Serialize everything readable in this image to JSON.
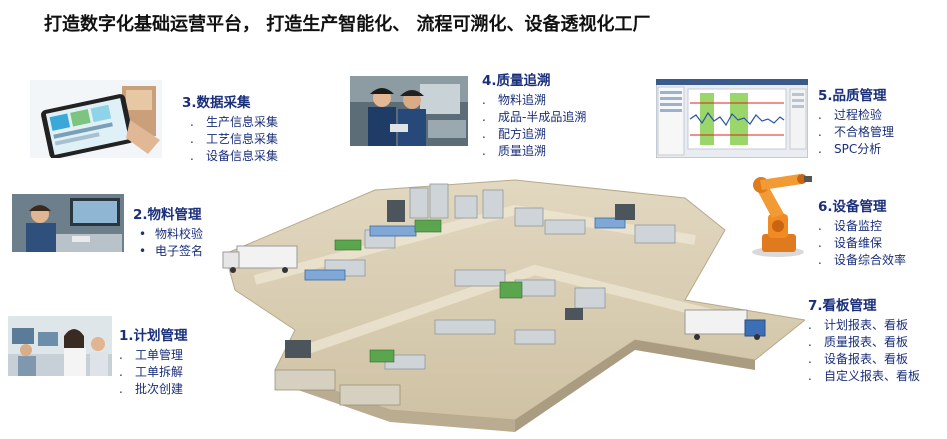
{
  "title": "打造数字化基础运营平台， 打造生产智能化、 流程可溯化、设备透视化工厂",
  "bullet_char": ".",
  "modules": {
    "m1": {
      "title": "1.计划管理",
      "items": [
        "工单管理",
        "工单拆解",
        "批次创建"
      ]
    },
    "m2": {
      "title": "2.物料管理",
      "items": [
        "物料校验",
        "电子签名"
      ]
    },
    "m3": {
      "title": "3.数据采集",
      "items": [
        "生产信息采集",
        "工艺信息采集",
        "设备信息采集"
      ]
    },
    "m4": {
      "title": "4.质量追溯",
      "items": [
        "物料追溯",
        "成品-半成品追溯",
        "配方追溯",
        "质量追溯"
      ]
    },
    "m5": {
      "title": "5.品质管理",
      "items": [
        "过程检验",
        "不合格管理",
        "SPC分析"
      ]
    },
    "m6": {
      "title": "6.设备管理",
      "items": [
        "设备监控",
        "设备维保",
        "设备综合效率"
      ]
    },
    "m7": {
      "title": "7.看板管理",
      "items": [
        "计划报表、看板",
        "质量报表、看板",
        "设备报表、看板",
        "自定义报表、看板"
      ]
    }
  },
  "colors": {
    "heading": "#1a2f7a",
    "floor": "#d9cdb2",
    "wall": "#bdb198"
  }
}
